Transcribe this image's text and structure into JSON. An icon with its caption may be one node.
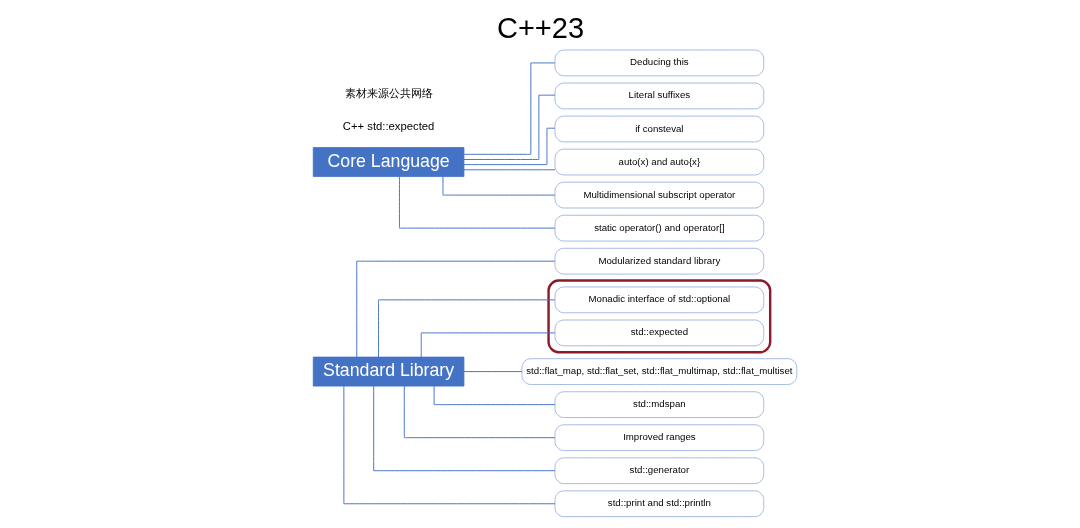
{
  "diagram": {
    "title": "C++23",
    "nodes": [
      {
        "text": [
          "Core Language"
        ]
      },
      {
        "text": [
          "Deducing this"
        ]
      },
      {
        "text": [
          "Literal suffixes"
        ]
      },
      {
        "text": [
          "if consteval"
        ]
      },
      {
        "text": [
          "auto(x) and auto{x}"
        ]
      },
      {
        "text": [
          "Multidimensional subscript operator"
        ]
      },
      {
        "text": [
          "static operator() and operator[]"
        ]
      },
      {
        "text": [
          "Standard Library"
        ]
      },
      {
        "text": [
          "Modularized standard library"
        ]
      },
      {
        "text": [],
        "shape": "box"
      },
      {
        "text": [
          "Monadic interface of std::optional"
        ],
        "in": 9
      },
      {
        "text": [
          "std::expected"
        ],
        "in": 9
      },
      {
        "text": [
          "std::flat_map, std::flat_set, std::flat_multimap, std::flat_multiset"
        ]
      },
      {
        "text": [
          "std::mdspan"
        ]
      },
      {
        "text": [
          "Improved ranges"
        ]
      },
      {
        "text": [
          "std::generator"
        ]
      },
      {
        "text": [
          "std::print and std::println"
        ]
      }
    ],
    "edges": [
      {
        "from": 0,
        "to": 1,
        "arrow": "none"
      },
      {
        "from": 0,
        "to": 2,
        "arrow": "none"
      },
      {
        "from": 0,
        "to": 3,
        "arrow": "none"
      },
      {
        "from": 0,
        "to": 4,
        "arrow": "none"
      },
      {
        "from": 0,
        "to": 5,
        "arrow": "none"
      },
      {
        "from": 0,
        "to": 6,
        "arrow": "none"
      },
      {
        "from": 7,
        "to": 8,
        "arrow": "none"
      },
      {
        "from": 7,
        "to": 10,
        "arrow": "none"
      },
      {
        "from": 7,
        "to": 11,
        "arrow": "none"
      },
      {
        "from": 7,
        "to": 12,
        "arrow": "none"
      },
      {
        "from": 7,
        "to": 13,
        "arrow": "none"
      },
      {
        "from": 7,
        "to": 14,
        "arrow": "none"
      },
      {
        "from": 7,
        "to": 15,
        "arrow": "none"
      },
      {
        "from": 7,
        "to": 16,
        "arrow": "none"
      }
    ],
    "labels": [
      "素材来源公共网络",
      "C++ std::expected"
    ]
  }
}
